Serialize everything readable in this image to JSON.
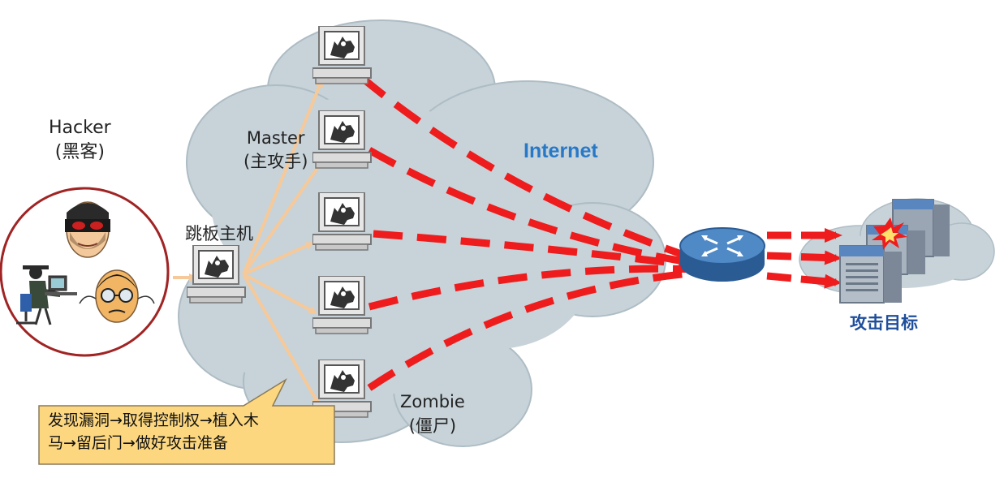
{
  "labels": {
    "hacker": "Hacker",
    "hacker_cn": "(黑客)",
    "master": "Master",
    "master_cn": "(主攻手)",
    "jump_host": "跳板主机",
    "internet": "Internet",
    "zombie": "Zombie",
    "zombie_cn": "(僵尸)",
    "target": "攻击目标"
  },
  "callout": {
    "line1": "发现漏洞→取得控制权→植入木",
    "line2": "马→留后门→做好攻击准备"
  },
  "colors": {
    "cloud": "#c7d3d9",
    "attack_line": "#ee1c1c",
    "control_arrow": "#f5c99a",
    "callout_fill": "#fcd77f",
    "internet_text": "#2878c8",
    "target_text": "#1f4e9c",
    "router": "#3f78b6"
  }
}
